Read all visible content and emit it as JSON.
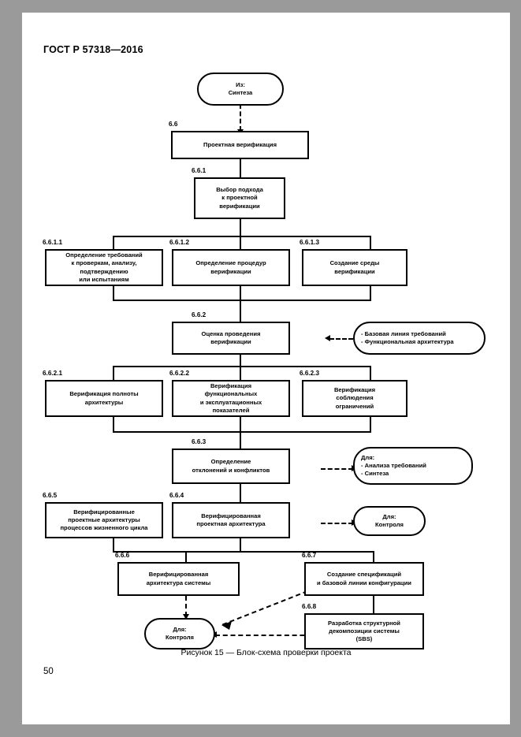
{
  "document": {
    "header": "ГОСТ Р 57318—2016",
    "page_number": "50",
    "figure_caption": "Рисунок 15 — Блок-схема проверки проекта"
  },
  "flowchart": {
    "source_terminal": {
      "label": "Из:\nСинтеза",
      "line1": "Из:",
      "line2": "Синтеза"
    },
    "nodes": [
      {
        "tag": "6.6",
        "label": "Проектная верификация"
      },
      {
        "tag": "6.6.1",
        "label": "Выбор подхода\nк проектной\nверификации",
        "line1": "Выбор подхода",
        "line2": "к проектной",
        "line3": "верификации"
      },
      {
        "tag": "6.6.1.1",
        "label": "Определение требований\nк проверкам, анализу,\nподтверждению\nили испытаниям",
        "line1": "Определение требований",
        "line2": "к проверкам, анализу,",
        "line3": "подтверждению",
        "line4": "или испытаниям"
      },
      {
        "tag": "6.6.1.2",
        "label": "Определение процедур\nверификации",
        "line1": "Определение процедур",
        "line2": "верификации"
      },
      {
        "tag": "6.6.1.3",
        "label": "Создание среды\nверификации",
        "line1": "Создание среды",
        "line2": "верификации"
      },
      {
        "tag": "6.6.2",
        "label": "Оценка проведения\nверификации",
        "line1": "Оценка проведения",
        "line2": "верификации"
      },
      {
        "tag": "6.6.2.1",
        "label": "Верификация полноты\nархитектуры",
        "line1": "Верификация полноты",
        "line2": "архитектуры"
      },
      {
        "tag": "6.6.2.2",
        "label": "Верификация\nфункциональных\nи эксплуатационных\nпоказателей",
        "line1": "Верификация",
        "line2": "функциональных",
        "line3": "и эксплуатационных",
        "line4": "показателей"
      },
      {
        "tag": "6.6.2.3",
        "label": "Верификация\nсоблюдения\nограничений",
        "line1": "Верификация",
        "line2": "соблюдения",
        "line3": "ограничений"
      },
      {
        "tag": "6.6.3",
        "label": "Определение\nотклонений и конфликтов",
        "line1": "Определение",
        "line2": "отклонений и конфликтов"
      },
      {
        "tag": "6.6.5",
        "label": "Верифицированные\nпроектные архитектуры\nпроцессов жизненного цикла",
        "line1": "Верифицированные",
        "line2": "проектные архитектуры",
        "line3": "процессов жизненного цикла"
      },
      {
        "tag": "6.6.4",
        "label": "Верифицированная\nпроектная архитектура",
        "line1": "Верифицированная",
        "line2": "проектная архитектура"
      },
      {
        "tag": "6.6.6",
        "label": "Верифицированная\nархитектура системы",
        "line1": "Верифицированная",
        "line2": "архитектура системы"
      },
      {
        "tag": "6.6.7",
        "label": "Создание спецификаций\nи базовой линии конфигурации",
        "line1": "Создание спецификаций",
        "line2": "и базовой линии конфигурации"
      },
      {
        "tag": "6.6.8",
        "label": "Разработка структурной\nдекомпозиции системы\n(SBS)",
        "line1": "Разработка структурной",
        "line2": "декомпозиции системы",
        "line3": "(SBS)"
      }
    ],
    "side_notes": [
      {
        "name": "inputs-to-6-6-2",
        "line1": "- Базовая линия требований",
        "line2": "- Функциональная архитектура"
      },
      {
        "name": "outputs-of-6-6-3",
        "line1": "Для:",
        "line2": "- Анализа требований",
        "line3": "- Синтеза"
      },
      {
        "name": "output-of-6-6-4",
        "line1": "Для:",
        "line2": "Контроля"
      },
      {
        "name": "output-to-control",
        "line1": "Для:",
        "line2": "Контроля"
      }
    ]
  }
}
